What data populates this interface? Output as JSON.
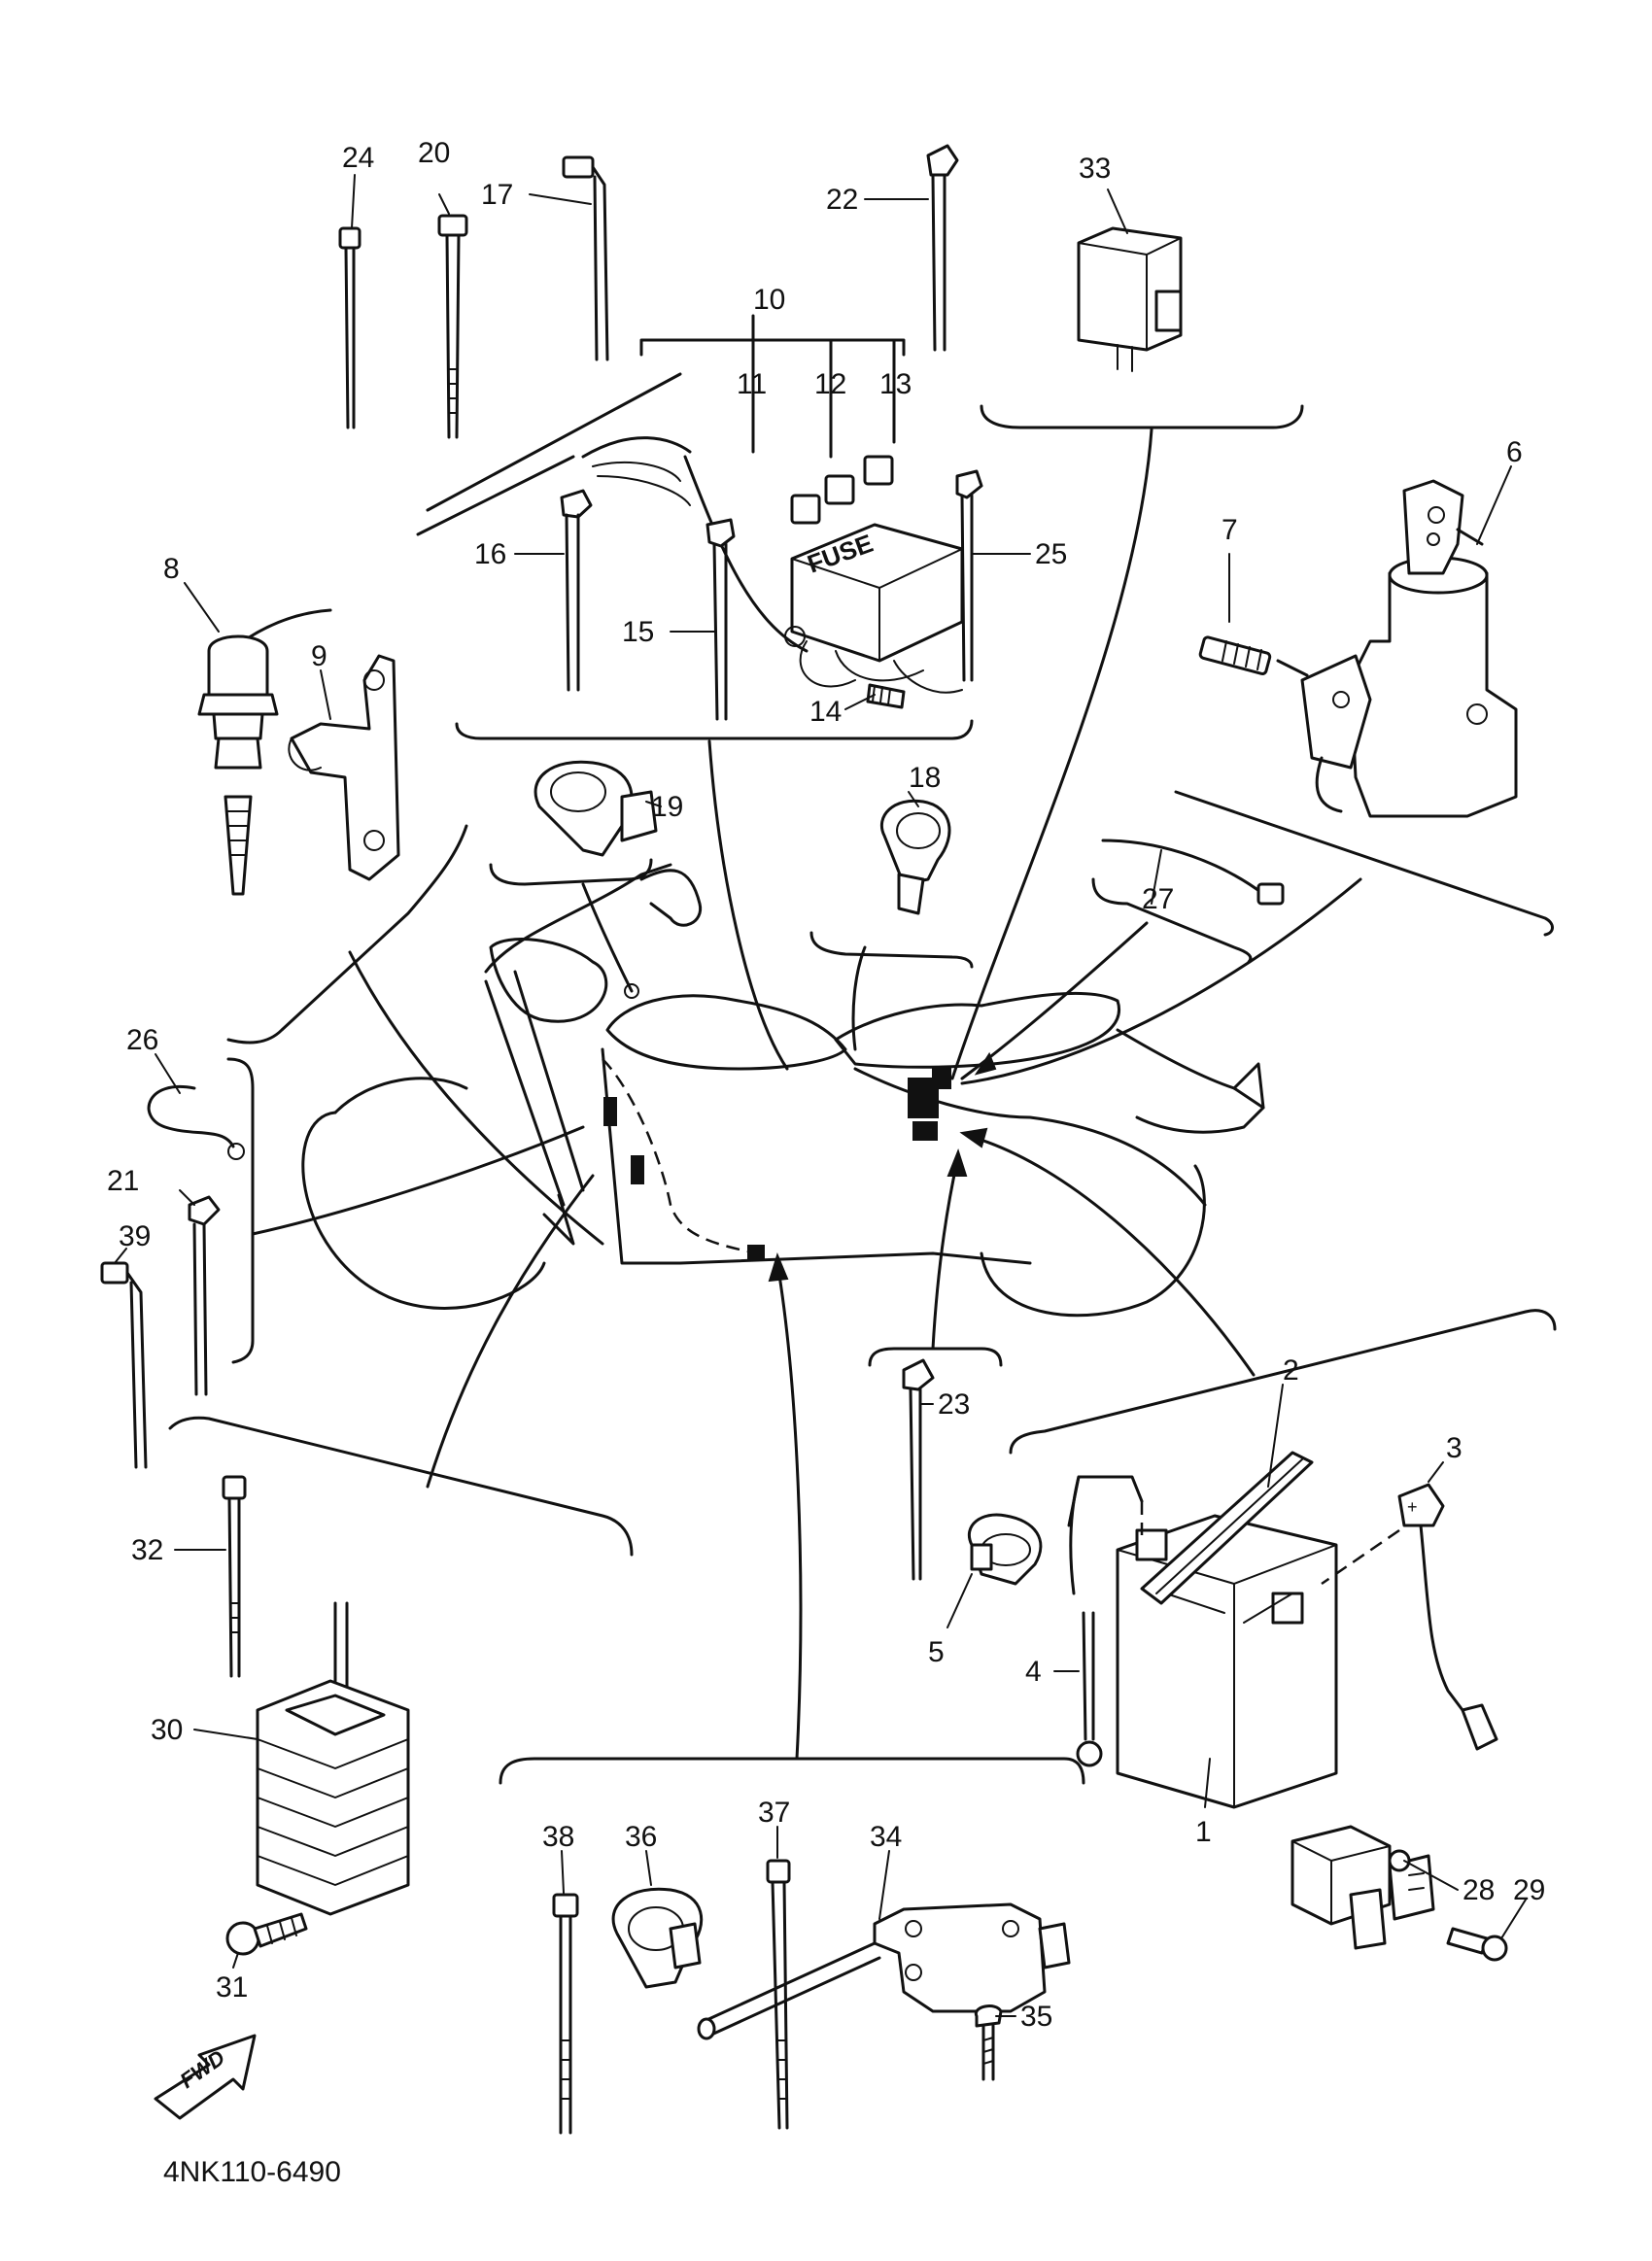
{
  "diagram": {
    "callouts": [
      "1",
      "2",
      "3",
      "4",
      "5",
      "6",
      "7",
      "8",
      "9",
      "10",
      "11",
      "12",
      "13",
      "14",
      "15",
      "16",
      "17",
      "18",
      "19",
      "20",
      "21",
      "22",
      "23",
      "24",
      "25",
      "26",
      "27",
      "28",
      "29",
      "30",
      "31",
      "32",
      "33",
      "34",
      "35",
      "36",
      "37",
      "38",
      "39"
    ],
    "fuse_box_label": "FUSE",
    "direction_arrow_label": "FWD",
    "diagram_code": "4NK110-6490"
  }
}
